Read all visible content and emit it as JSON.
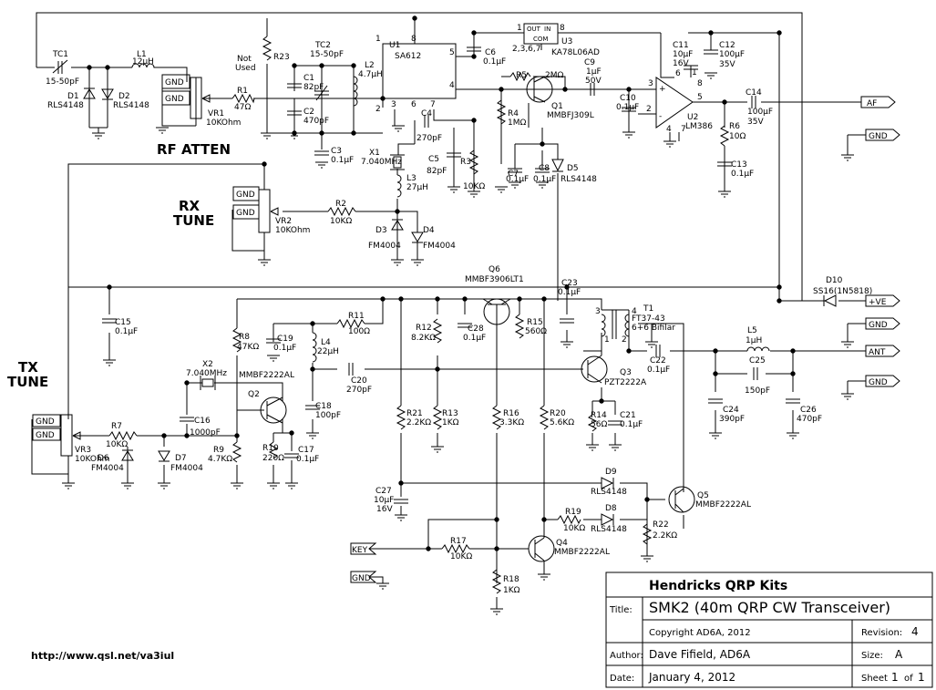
{
  "labels": {
    "rf_atten": "RF ATTEN",
    "rx_tune": [
      "RX",
      "TUNE"
    ],
    "tx_tune": [
      "TX",
      "TUNE"
    ],
    "not_used": [
      "Not",
      "Used"
    ],
    "gnd": "GND",
    "url": "http://www.qsl.net/va3iul"
  },
  "ports": {
    "af": "AF",
    "gnd_top": "GND",
    "vcc": "+VE",
    "gnd_mid": "GND",
    "ant": "ANT",
    "gnd_low": "GND",
    "key": "KEY",
    "gnd_key": "GND"
  },
  "parts": {
    "TC1": [
      "TC1",
      "15-50pF"
    ],
    "L1": [
      "L1",
      "12µH"
    ],
    "D1": [
      "D1",
      "RLS4148"
    ],
    "D2": [
      "D2",
      "RLS4148"
    ],
    "VR1": [
      "VR1",
      "10KOhm"
    ],
    "R1": [
      "R1",
      "47Ω"
    ],
    "R23": [
      "R23"
    ],
    "C1": [
      "C1",
      "82pF"
    ],
    "C2": [
      "C2",
      "470pF"
    ],
    "TC2": [
      "TC2",
      "15-50pF"
    ],
    "L2": [
      "L2",
      "4.7µH"
    ],
    "U1": [
      "U1",
      "SA612"
    ],
    "C3": [
      "C3",
      "0.1µF"
    ],
    "C4": [
      "C4",
      "270pF"
    ],
    "X1": [
      "X1",
      "7.040MHz"
    ],
    "C5": [
      "C5",
      "82pF"
    ],
    "R3": [
      "R3",
      "10KΩ"
    ],
    "L3": [
      "L3",
      "27µH"
    ],
    "C6": [
      "C6",
      "0.1µF"
    ],
    "U3": [
      "U3",
      "KA78L06AD"
    ],
    "U3_pins": [
      "OUT",
      "IN",
      "COM",
      "2,3,6,7"
    ],
    "R5": [
      "R5",
      "2MΩ"
    ],
    "C9": [
      "C9",
      "1µF",
      "50V"
    ],
    "R4": [
      "R4",
      "1MΩ"
    ],
    "Q1": [
      "Q1",
      "MMBFJ309L"
    ],
    "C7": [
      "C7",
      "0.1µF"
    ],
    "C8": [
      "C8",
      "0.1µF"
    ],
    "D5": [
      "D5",
      "RLS4148"
    ],
    "C10": [
      "C10",
      "0.1µF"
    ],
    "C11": [
      "C11",
      "10µF",
      "16V"
    ],
    "C12": [
      "C12",
      "100µF",
      "35V"
    ],
    "U2": [
      "U2",
      "LM386"
    ],
    "C14": [
      "C14",
      "100µF",
      "35V"
    ],
    "R6": [
      "R6",
      "10Ω"
    ],
    "C13": [
      "C13",
      "0.1µF"
    ],
    "VR2": [
      "VR2",
      "10KOhm"
    ],
    "R2": [
      "R2",
      "10KΩ"
    ],
    "D3": [
      "D3",
      "FM4004"
    ],
    "D4": [
      "D4",
      "FM4004"
    ],
    "Q6": [
      "Q6",
      "MMBF3906LT1"
    ],
    "C23": [
      "C23",
      "0.1µF"
    ],
    "D10": [
      "D10",
      "SS16(1N5818)"
    ],
    "C15": [
      "C15",
      "0.1µF"
    ],
    "R8": [
      "R8",
      "47KΩ"
    ],
    "C19": [
      "C19",
      "0.1µF"
    ],
    "R11": [
      "R11",
      "100Ω"
    ],
    "L4": [
      "L4",
      "22µH"
    ],
    "R12": [
      "R12",
      "8.2KΩ"
    ],
    "C28": [
      "C28",
      "0.1µF"
    ],
    "R15": [
      "R15",
      "560Ω"
    ],
    "T1": [
      "T1",
      "FT37-43",
      "6+6 Bifilar"
    ],
    "L5": [
      "L5",
      "1µH"
    ],
    "X2": [
      "X2",
      "7.040MHz"
    ],
    "C20": [
      "C20",
      "270pF"
    ],
    "Q2": [
      "Q2",
      "MMBF2222AL"
    ],
    "Q3": [
      "Q3",
      "PZT2222A"
    ],
    "C22": [
      "C22",
      "0.1µF"
    ],
    "C25": [
      "C25",
      "150pF"
    ],
    "C24": [
      "C24",
      "390pF"
    ],
    "C26": [
      "C26",
      "470pF"
    ],
    "C16": [
      "C16",
      "1000pF"
    ],
    "C18": [
      "C18",
      "100pF"
    ],
    "R14": [
      "R14",
      "56Ω"
    ],
    "C21": [
      "C21",
      "0.1µF"
    ],
    "R7": [
      "R7",
      "10KΩ"
    ],
    "VR3": [
      "VR3",
      "10KOhm"
    ],
    "D6": [
      "D6",
      "FM4004"
    ],
    "D7": [
      "D7",
      "FM4004"
    ],
    "R9": [
      "R9",
      "4.7KΩ"
    ],
    "R10": [
      "R10",
      "220Ω"
    ],
    "C17": [
      "C17",
      "0.1µF"
    ],
    "R21": [
      "R21",
      "2.2KΩ"
    ],
    "R13": [
      "R13",
      "1KΩ"
    ],
    "R16": [
      "R16",
      "3.3KΩ"
    ],
    "R20": [
      "R20",
      "5.6KΩ"
    ],
    "C27": [
      "C27",
      "10µF",
      "16V"
    ],
    "D9": [
      "D9",
      "RLS4148"
    ],
    "D8": [
      "D8",
      "RLS4148"
    ],
    "Q5": [
      "Q5",
      "MMBF2222AL"
    ],
    "R19": [
      "R19",
      "10KΩ"
    ],
    "R22": [
      "R22",
      "2.2KΩ"
    ],
    "R17": [
      "R17",
      "10KΩ"
    ],
    "Q4": [
      "Q4",
      "MMBF2222AL"
    ],
    "R18": [
      "R18",
      "1KΩ"
    ]
  },
  "pins": {
    "u1": [
      "1",
      "8",
      "5",
      "2",
      "4",
      "3",
      "6",
      "7"
    ],
    "u3": [
      "1",
      "8"
    ],
    "u2": [
      "3",
      "6",
      "5",
      "2",
      "4",
      "7",
      "1",
      "8"
    ],
    "t1": [
      "3",
      "4",
      "1",
      "2"
    ]
  },
  "amp_signs": [
    "+",
    "-"
  ],
  "title_block": {
    "company": "Hendricks QRP Kits",
    "title_label": "Title:",
    "title": "SMK2 (40m QRP CW Transceiver)",
    "copyright": "Copyright AD6A, 2012",
    "revision_label": "Revision:",
    "revision": "4",
    "author_label": "Author:",
    "author": "Dave Fifield, AD6A",
    "size_label": "Size:",
    "size": "A",
    "date_label": "Date:",
    "date": "January 4, 2012",
    "sheet_label": "Sheet",
    "sheet": "1",
    "of_label": "of",
    "sheet_total": "1"
  }
}
